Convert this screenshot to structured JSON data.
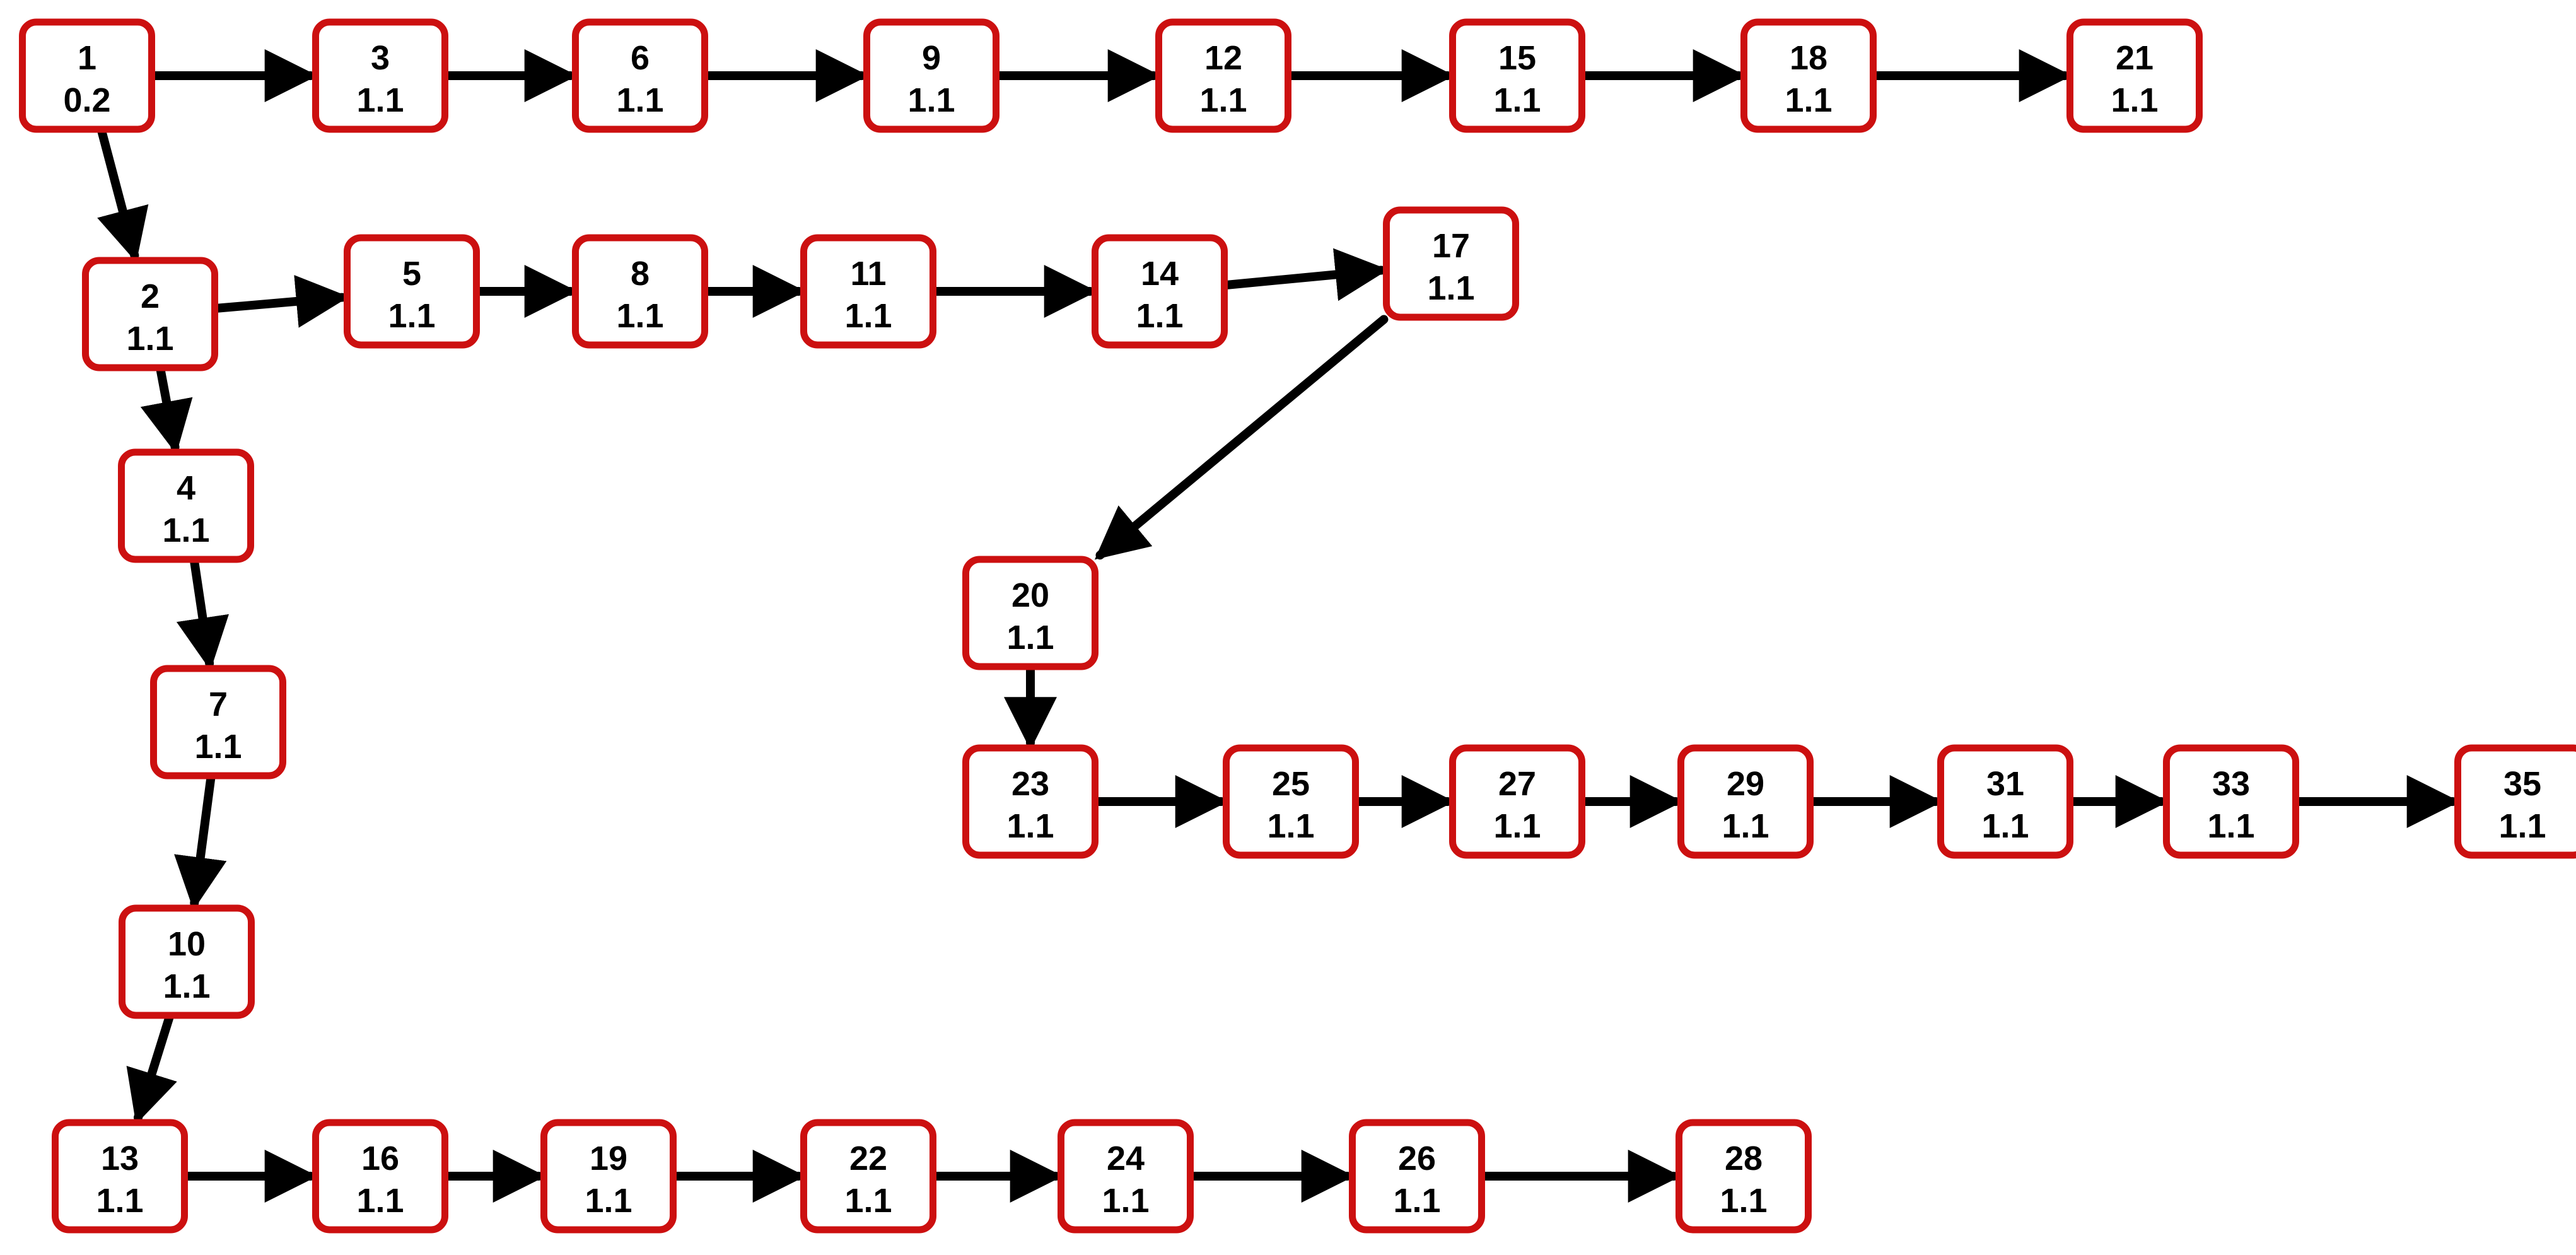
{
  "nodes": [
    {
      "id": "1",
      "value": "0.2"
    },
    {
      "id": "2",
      "value": "1.1"
    },
    {
      "id": "3",
      "value": "1.1"
    },
    {
      "id": "4",
      "value": "1.1"
    },
    {
      "id": "5",
      "value": "1.1"
    },
    {
      "id": "6",
      "value": "1.1"
    },
    {
      "id": "7",
      "value": "1.1"
    },
    {
      "id": "8",
      "value": "1.1"
    },
    {
      "id": "9",
      "value": "1.1"
    },
    {
      "id": "10",
      "value": "1.1"
    },
    {
      "id": "11",
      "value": "1.1"
    },
    {
      "id": "12",
      "value": "1.1"
    },
    {
      "id": "13",
      "value": "1.1"
    },
    {
      "id": "14",
      "value": "1.1"
    },
    {
      "id": "15",
      "value": "1.1"
    },
    {
      "id": "16",
      "value": "1.1"
    },
    {
      "id": "17",
      "value": "1.1"
    },
    {
      "id": "18",
      "value": "1.1"
    },
    {
      "id": "19",
      "value": "1.1"
    },
    {
      "id": "20",
      "value": "1.1"
    },
    {
      "id": "21",
      "value": "1.1"
    },
    {
      "id": "22",
      "value": "1.1"
    },
    {
      "id": "23",
      "value": "1.1"
    },
    {
      "id": "24",
      "value": "1.1"
    },
    {
      "id": "25",
      "value": "1.1"
    },
    {
      "id": "26",
      "value": "1.1"
    },
    {
      "id": "27",
      "value": "1.1"
    },
    {
      "id": "28",
      "value": "1.1"
    },
    {
      "id": "29",
      "value": "1.1"
    },
    {
      "id": "31",
      "value": "1.1"
    },
    {
      "id": "33",
      "value": "1.1"
    },
    {
      "id": "35",
      "value": "1.1"
    }
  ],
  "edges": [
    [
      "1",
      "3"
    ],
    [
      "3",
      "6"
    ],
    [
      "6",
      "9"
    ],
    [
      "9",
      "12"
    ],
    [
      "12",
      "15"
    ],
    [
      "15",
      "18"
    ],
    [
      "18",
      "21"
    ],
    [
      "1",
      "2"
    ],
    [
      "2",
      "5"
    ],
    [
      "5",
      "8"
    ],
    [
      "8",
      "11"
    ],
    [
      "11",
      "14"
    ],
    [
      "14",
      "17"
    ],
    [
      "2",
      "4"
    ],
    [
      "4",
      "7"
    ],
    [
      "7",
      "10"
    ],
    [
      "10",
      "13"
    ],
    [
      "13",
      "16"
    ],
    [
      "16",
      "19"
    ],
    [
      "19",
      "22"
    ],
    [
      "22",
      "24"
    ],
    [
      "24",
      "26"
    ],
    [
      "26",
      "28"
    ],
    [
      "17",
      "20"
    ],
    [
      "20",
      "23"
    ],
    [
      "23",
      "25"
    ],
    [
      "25",
      "27"
    ],
    [
      "27",
      "29"
    ],
    [
      "29",
      "31"
    ],
    [
      "31",
      "33"
    ],
    [
      "33",
      "35"
    ]
  ],
  "colors": {
    "node_border": "#cc1010",
    "node_fill": "#ffffff",
    "edge": "#000000",
    "text": "#000000"
  }
}
